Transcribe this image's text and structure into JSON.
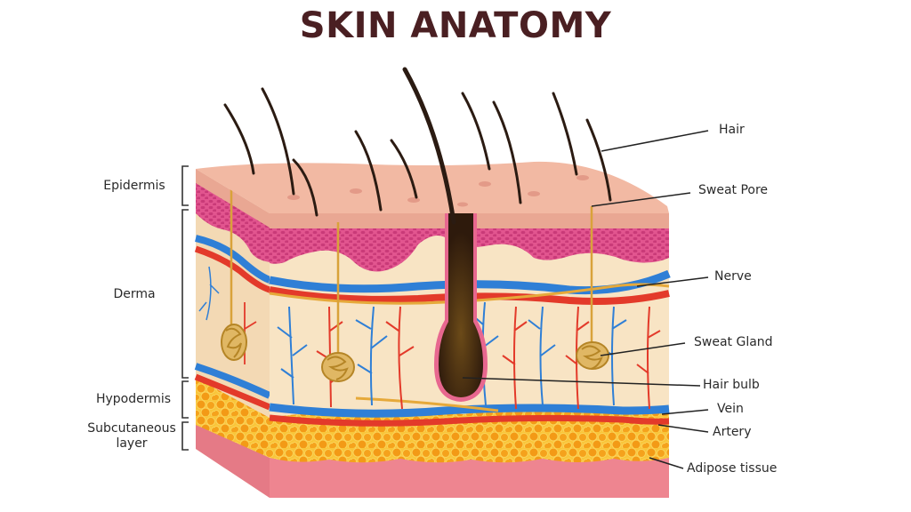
{
  "title": "SKIN ANATOMY",
  "colors": {
    "title": "#4a1f22",
    "surface_top": "#f2b9a3",
    "surface_front": "#e9a793",
    "epidermis_pattern": "#e2558f",
    "derma": "#f8e4c4",
    "vein": "#2f7fd6",
    "artery": "#e33a2a",
    "nerve": "#e6a93a",
    "adipose": "#f7b928",
    "adipose_cell": "#f39a16",
    "subcutaneous": "#ee8590",
    "hair": "#2b1b12",
    "hair_bulb": "#3b2410",
    "leader_line": "#222222"
  },
  "left_labels": [
    {
      "id": "epidermis",
      "text": "Epidermis"
    },
    {
      "id": "derma",
      "text": "Derma"
    },
    {
      "id": "hypodermis",
      "text": "Hypodermis"
    },
    {
      "id": "subcutaneous",
      "text_line1": "Subcutaneous",
      "text_line2": "layer"
    }
  ],
  "right_labels": [
    {
      "id": "hair",
      "text": "Hair"
    },
    {
      "id": "sweat-pore",
      "text": "Sweat Pore"
    },
    {
      "id": "nerve",
      "text": "Nerve"
    },
    {
      "id": "sweat-gland",
      "text": "Sweat Gland"
    },
    {
      "id": "hair-bulb",
      "text": "Hair bulb"
    },
    {
      "id": "vein",
      "text": "Vein"
    },
    {
      "id": "artery",
      "text": "Artery"
    },
    {
      "id": "adipose-tissue",
      "text": "Adipose tissue"
    }
  ]
}
